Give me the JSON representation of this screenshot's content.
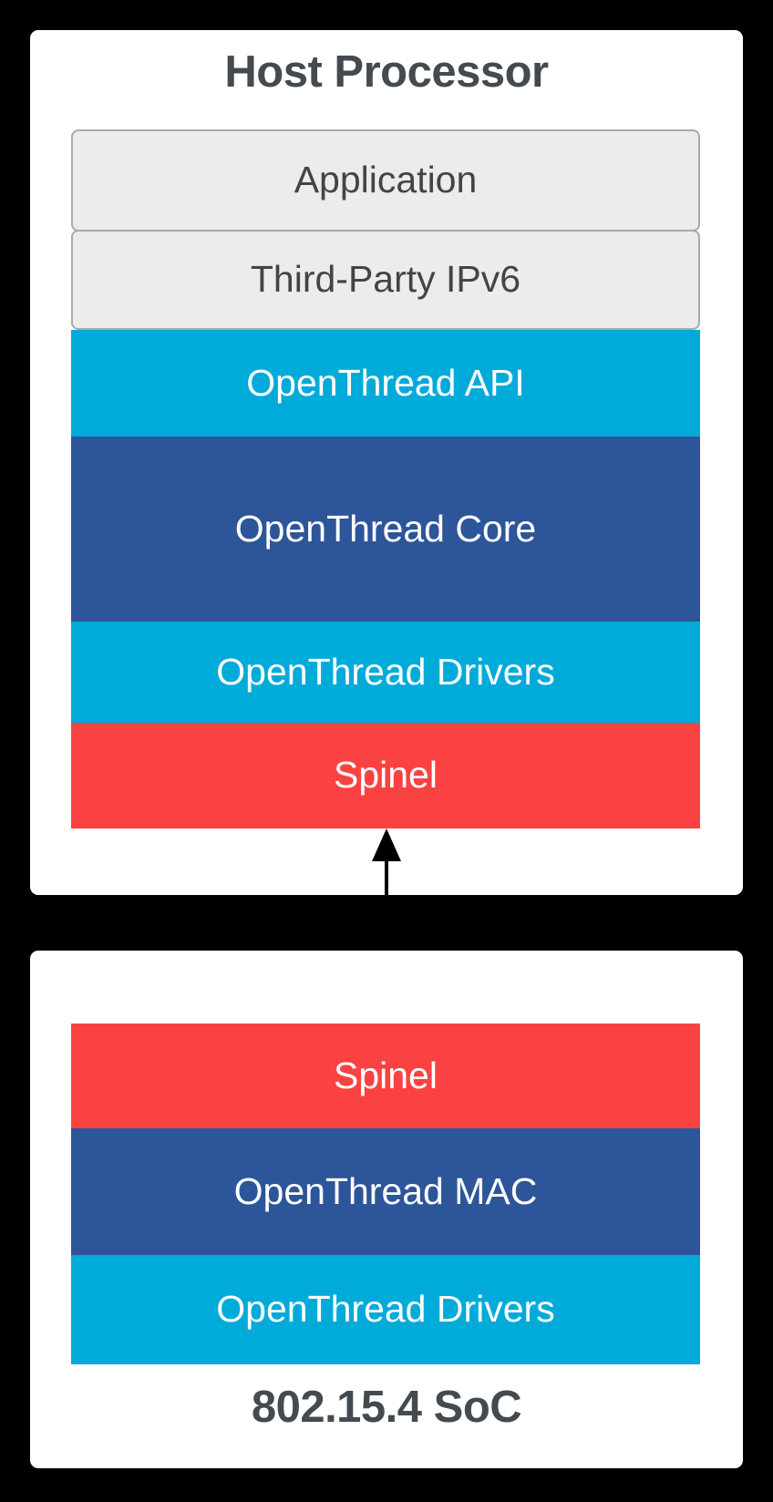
{
  "diagram": {
    "title": "OpenThread RCP / NCP architecture stack",
    "background_color": "#000000"
  },
  "palette": {
    "card_background": "#ffffff",
    "plain_box_fill": "#ececec",
    "plain_box_border": "#a9a9a9",
    "plain_box_text": "#444444",
    "cyan": "#00abda",
    "navy": "#2c559a",
    "red": "#fb4242",
    "title_text": "#434a50",
    "arrow": "#000000"
  },
  "host": {
    "title": "Host Processor",
    "layers": [
      {
        "label": "Application",
        "style": "plain"
      },
      {
        "label": "Third-Party IPv6",
        "style": "plain"
      },
      {
        "label": "OpenThread API",
        "style": "cyan"
      },
      {
        "label": "OpenThread Core",
        "style": "navy"
      },
      {
        "label": "OpenThread Drivers",
        "style": "cyan"
      },
      {
        "label": "Spinel",
        "style": "red"
      }
    ]
  },
  "soc": {
    "title": "802.15.4 SoC",
    "layers": [
      {
        "label": "Spinel",
        "style": "red"
      },
      {
        "label": "OpenThread MAC",
        "style": "navy"
      },
      {
        "label": "OpenThread Drivers",
        "style": "cyan"
      }
    ]
  },
  "connector": {
    "name": "bidirectional-arrow",
    "direction": "both",
    "from": "Spinel (Host Processor)",
    "to": "Spinel (802.15.4 SoC)"
  }
}
